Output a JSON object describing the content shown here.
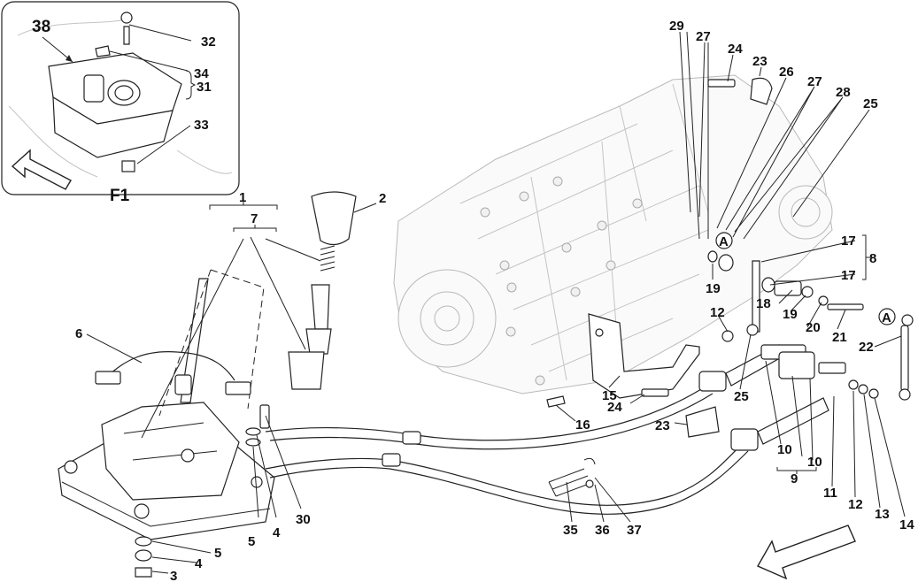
{
  "inset": {
    "title": "F1",
    "callout": "38"
  },
  "circle_marker": "A",
  "callouts": [
    "1",
    "2",
    "3",
    "4",
    "5",
    "6",
    "7",
    "8",
    "9",
    "10",
    "11",
    "12",
    "13",
    "14",
    "15",
    "16",
    "17",
    "18",
    "19",
    "20",
    "21",
    "22",
    "23",
    "24",
    "25",
    "26",
    "27",
    "28",
    "29",
    "30",
    "31",
    "32",
    "33",
    "34",
    "35",
    "36",
    "37"
  ],
  "colors": {
    "ink": "#222222",
    "ghost": "#b9b9b9",
    "background": "#ffffff"
  },
  "icons": [
    "direction-arrow-icon"
  ]
}
